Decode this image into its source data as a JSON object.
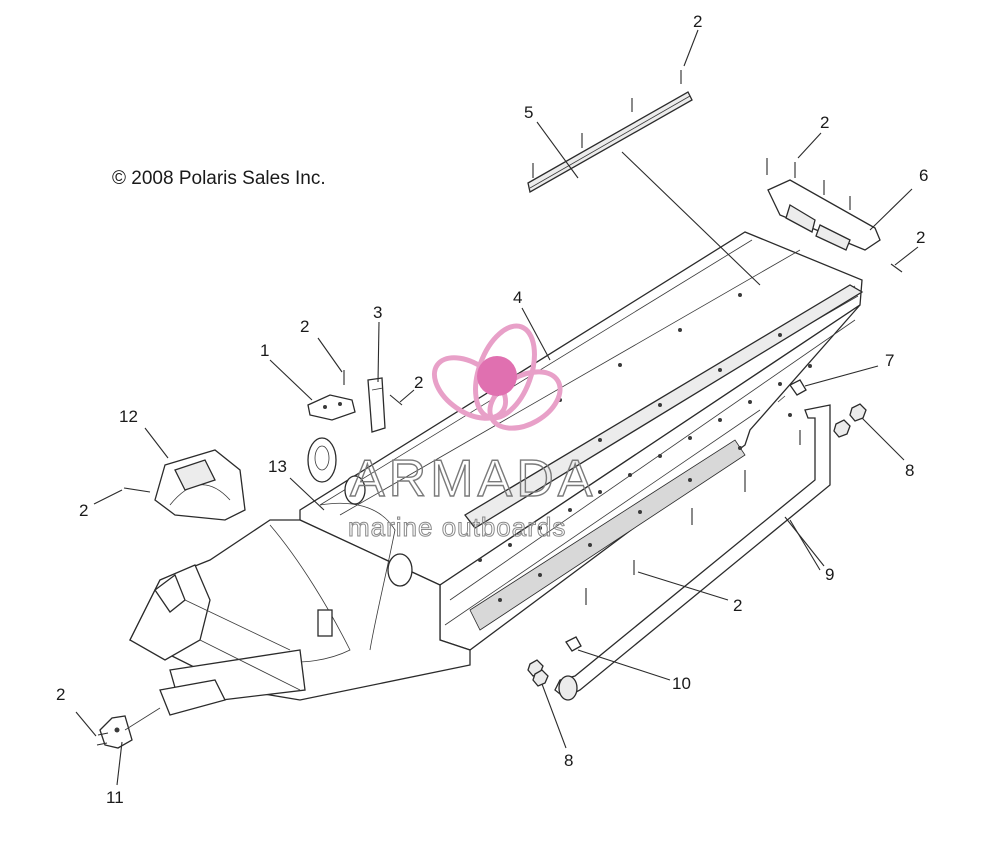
{
  "copyright": "© 2008 Polaris Sales Inc.",
  "watermark": {
    "brand": "ARMADA",
    "tagline": "marine outboards",
    "logo_color": "#e8a0c8",
    "logo_core_color": "#e070b0"
  },
  "callouts": [
    {
      "id": "c-2-top",
      "text": "2"
    },
    {
      "id": "c-5",
      "text": "5"
    },
    {
      "id": "c-2-upper-right",
      "text": "2"
    },
    {
      "id": "c-6",
      "text": "6"
    },
    {
      "id": "c-2-right",
      "text": "2"
    },
    {
      "id": "c-4",
      "text": "4"
    },
    {
      "id": "c-2-bracket1",
      "text": "2"
    },
    {
      "id": "c-3",
      "text": "3"
    },
    {
      "id": "c-1",
      "text": "1"
    },
    {
      "id": "c-2-bracket3",
      "text": "2"
    },
    {
      "id": "c-7",
      "text": "7"
    },
    {
      "id": "c-12",
      "text": "12"
    },
    {
      "id": "c-8-right",
      "text": "8"
    },
    {
      "id": "c-13",
      "text": "13"
    },
    {
      "id": "c-2-left",
      "text": "2"
    },
    {
      "id": "c-9",
      "text": "9"
    },
    {
      "id": "c-2-lower",
      "text": "2"
    },
    {
      "id": "c-10",
      "text": "10"
    },
    {
      "id": "c-2-bottom-left",
      "text": "2"
    },
    {
      "id": "c-8-bottom",
      "text": "8"
    },
    {
      "id": "c-11",
      "text": "11"
    }
  ]
}
